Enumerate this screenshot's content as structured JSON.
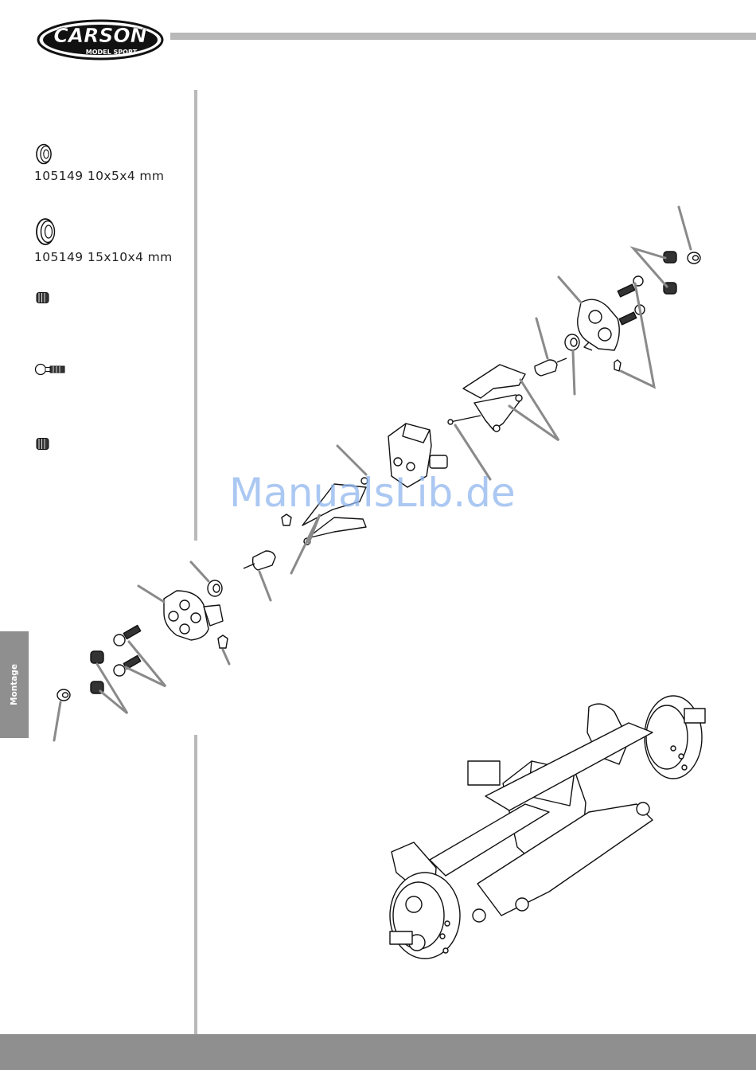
{
  "brand": {
    "logo_text": "CARSON",
    "logo_subtext": "MODEL SPORT"
  },
  "parts": [
    {
      "icon": "bearing-icon",
      "label": "105149  10x5x4 mm"
    },
    {
      "icon": "bearing-large-icon",
      "label": "105149  15x10x4 mm"
    },
    {
      "icon": "grub-screw-icon",
      "label": ""
    },
    {
      "icon": "ball-stud-icon",
      "label": ""
    },
    {
      "icon": "nut-icon",
      "label": ""
    }
  ],
  "side_tab": {
    "label": "Montage"
  },
  "watermark": "ManualsLib.de"
}
